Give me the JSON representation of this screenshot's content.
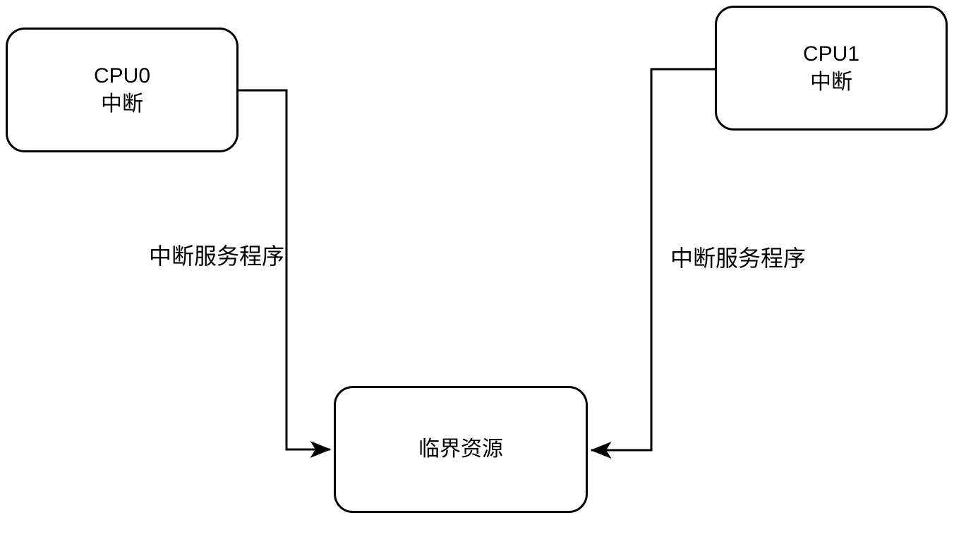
{
  "diagram": {
    "title": "dual-cpu-interrupt-critical-resource",
    "nodes": {
      "cpu0": {
        "line1": "CPU0",
        "line2": "中断"
      },
      "cpu1": {
        "line1": "CPU1",
        "line2": "中断"
      },
      "resource": {
        "label": "临界资源"
      }
    },
    "edges": [
      {
        "from": "cpu0",
        "to": "resource",
        "label": "中断服务程序"
      },
      {
        "from": "cpu1",
        "to": "resource",
        "label": "中断服务程序"
      }
    ],
    "colors": {
      "stroke": "#000000",
      "background": "#ffffff",
      "text": "#000000"
    }
  }
}
